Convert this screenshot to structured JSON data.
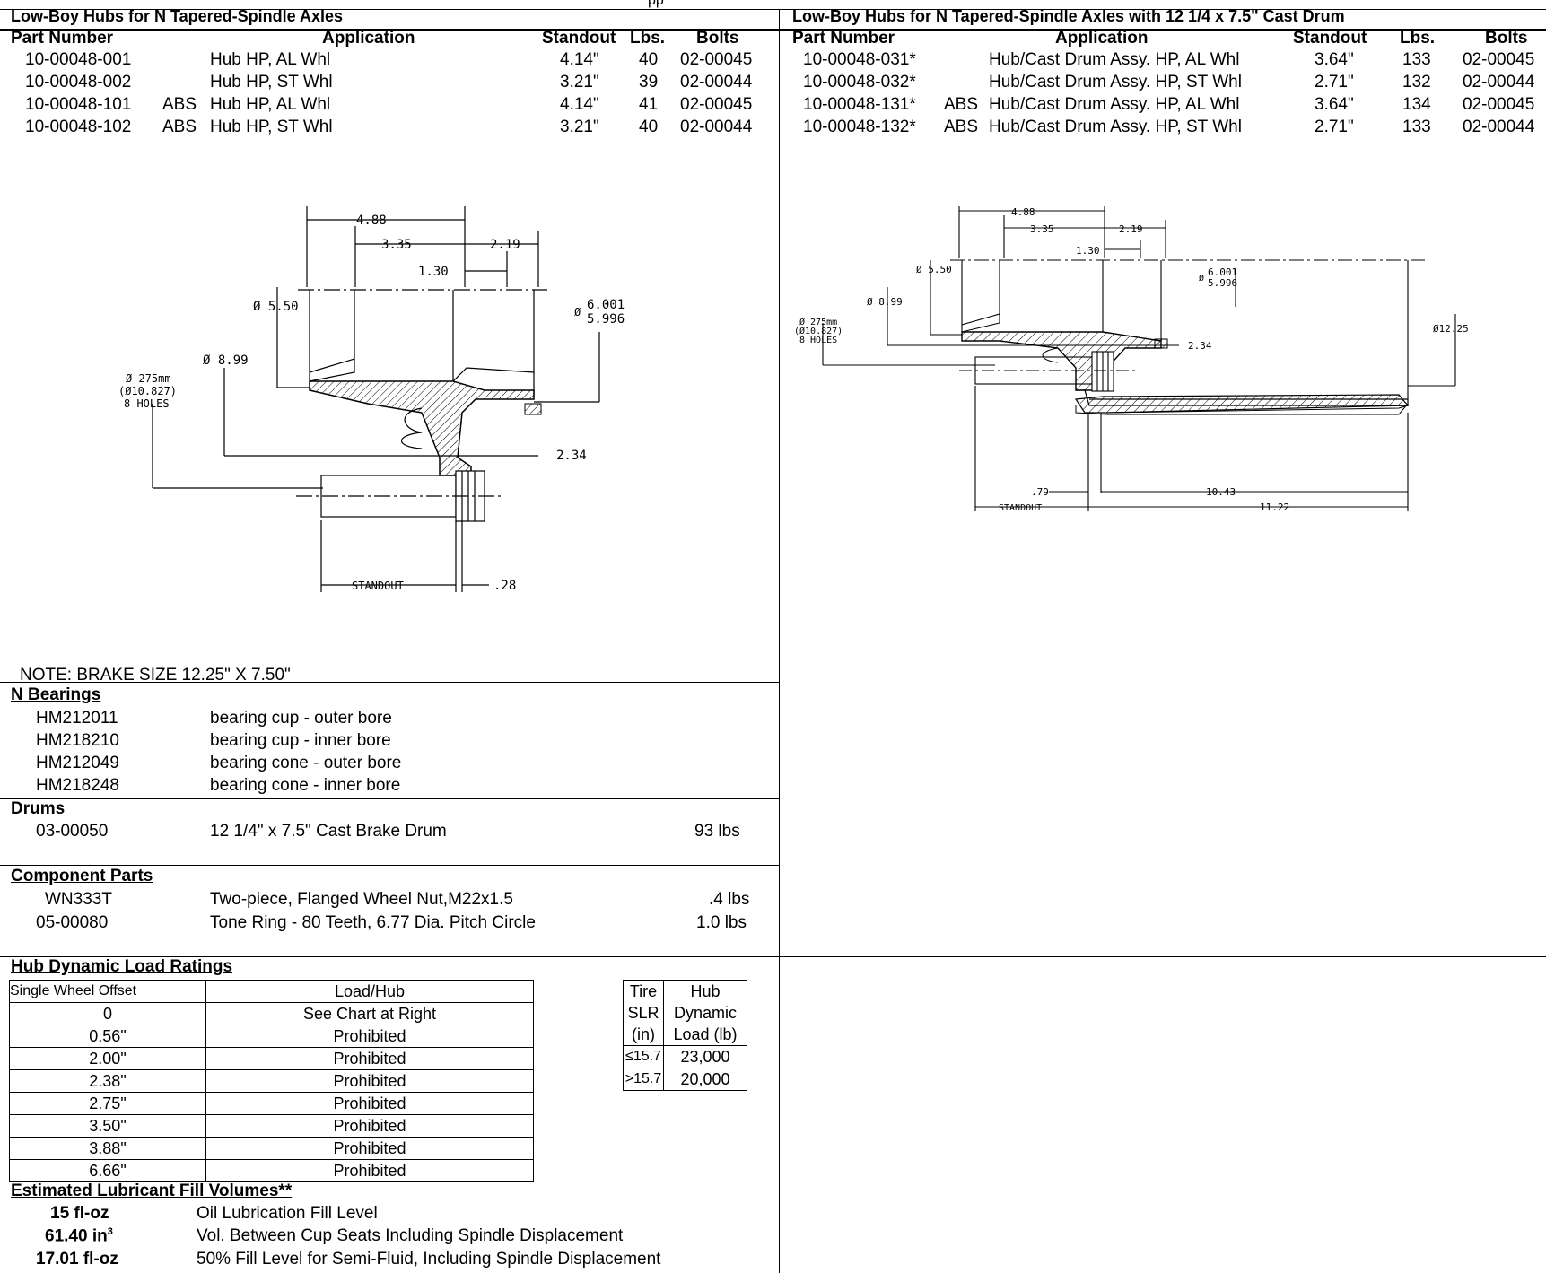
{
  "page_header_fragment": "pp",
  "left_table": {
    "title": "Low-Boy Hubs for N Tapered-Spindle Axles",
    "columns": [
      "Part Number",
      "Application",
      "Standout",
      "Lbs.",
      "Bolts"
    ],
    "rows": [
      {
        "part": "10-00048-001",
        "abs": "",
        "app": "Hub HP, AL Whl",
        "standout": "4.14\"",
        "lbs": "40",
        "bolts": "02-00045"
      },
      {
        "part": "10-00048-002",
        "abs": "",
        "app": "Hub HP, ST Whl",
        "standout": "3.21\"",
        "lbs": "39",
        "bolts": "02-00044"
      },
      {
        "part": "10-00048-101",
        "abs": "ABS",
        "app": "Hub HP, AL Whl",
        "standout": "4.14\"",
        "lbs": "41",
        "bolts": "02-00045"
      },
      {
        "part": "10-00048-102",
        "abs": "ABS",
        "app": "Hub HP, ST Whl",
        "standout": "3.21\"",
        "lbs": "40",
        "bolts": "02-00044"
      }
    ]
  },
  "right_table": {
    "title": "Low-Boy Hubs for N Tapered-Spindle Axles with 12 1/4 x 7.5\" Cast Drum",
    "columns": [
      "Part Number",
      "Application",
      "Standout",
      "Lbs.",
      "Bolts"
    ],
    "rows": [
      {
        "part": "10-00048-031*",
        "abs": "",
        "app": "Hub/Cast Drum Assy. HP, AL Whl",
        "standout": "3.64\"",
        "lbs": "133",
        "bolts": "02-00045"
      },
      {
        "part": "10-00048-032*",
        "abs": "",
        "app": "Hub/Cast Drum Assy. HP, ST Whl",
        "standout": "2.71\"",
        "lbs": "132",
        "bolts": "02-00044"
      },
      {
        "part": "10-00048-131*",
        "abs": "ABS",
        "app": "Hub/Cast Drum Assy. HP, AL Whl",
        "standout": "3.64\"",
        "lbs": "134",
        "bolts": "02-00045"
      },
      {
        "part": "10-00048-132*",
        "abs": "ABS",
        "app": "Hub/Cast Drum Assy. HP, ST Whl",
        "standout": "2.71\"",
        "lbs": "133",
        "bolts": "02-00044"
      }
    ]
  },
  "left_drawing": {
    "dim_488": "4.88",
    "dim_335": "3.35",
    "dim_219": "2.19",
    "dim_130": "1.30",
    "dia_550": "Ø 5.50",
    "dia_6001_prefix": "Ø",
    "dia_6001_top": "6.001",
    "dia_6001_bot": "5.996",
    "dia_899": "Ø 8.99",
    "bolt_circle_1": "Ø 275mm",
    "bolt_circle_2": "(Ø10.827)",
    "bolt_circle_3": "8 HOLES",
    "dim_234": "2.34",
    "standout": "STANDOUT",
    "dim_28": ".28"
  },
  "right_drawing": {
    "dim_488": "4.88",
    "dim_335": "3.35",
    "dim_219": "2.19",
    "dim_130": "1.30",
    "dia_550": "Ø 5.50",
    "dia_6001_prefix": "Ø",
    "dia_6001_top": "6.001",
    "dia_6001_bot": "5.996",
    "dia_899": "Ø 8.99",
    "bolt_circle_1": "Ø 275mm",
    "bolt_circle_2": "(Ø10.827)",
    "bolt_circle_3": "8 HOLES",
    "dia_1225": "Ø12.25",
    "dim_234": "2.34",
    "dim_79": ".79",
    "dim_1043": "10.43",
    "standout": "STANDOUT",
    "dim_1122": "11.22"
  },
  "note": "NOTE: BRAKE SIZE 12.25\" X 7.50\"",
  "bearings": {
    "title": "N Bearings",
    "items": [
      {
        "part": "HM212011",
        "desc": "bearing cup - outer bore"
      },
      {
        "part": "HM218210",
        "desc": "bearing cup - inner bore"
      },
      {
        "part": "HM212049",
        "desc": "bearing cone - outer bore"
      },
      {
        "part": "HM218248",
        "desc": "bearing cone - inner bore"
      }
    ]
  },
  "drums": {
    "title": "Drums",
    "items": [
      {
        "part": "03-00050",
        "desc": "12 1/4\" x 7.5\" Cast Brake Drum",
        "weight": "93 lbs"
      }
    ]
  },
  "components": {
    "title": "Component Parts",
    "items": [
      {
        "part": "WN333T",
        "desc": "Two-piece, Flanged Wheel Nut,M22x1.5",
        "weight": ".4 lbs"
      },
      {
        "part": "05-00080",
        "desc": "Tone Ring - 80 Teeth, 6.77 Dia. Pitch Circle",
        "weight": "1.0 lbs"
      }
    ]
  },
  "load_ratings": {
    "title": "Hub Dynamic Load Ratings",
    "col_offset": "Single Wheel Offset",
    "col_load": "Load/Hub",
    "rows": [
      {
        "offset": "0",
        "load": "See Chart at Right"
      },
      {
        "offset": "0.56\"",
        "load": "Prohibited"
      },
      {
        "offset": "2.00\"",
        "load": "Prohibited"
      },
      {
        "offset": "2.38\"",
        "load": "Prohibited"
      },
      {
        "offset": "2.75\"",
        "load": "Prohibited"
      },
      {
        "offset": "3.50\"",
        "load": "Prohibited"
      },
      {
        "offset": "3.88\"",
        "load": "Prohibited"
      },
      {
        "offset": "6.66\"",
        "load": "Prohibited"
      }
    ],
    "tire_header": [
      [
        "Tire",
        "Hub"
      ],
      [
        "SLR",
        "Dynamic"
      ],
      [
        "(in)",
        "Load (lb)"
      ]
    ],
    "tire_rows": [
      {
        "slr": "≤15.7",
        "load": "23,000"
      },
      {
        "slr": ">15.7",
        "load": "20,000"
      }
    ]
  },
  "lubricant": {
    "title": "Estimated Lubricant Fill Volumes**",
    "items": [
      {
        "value": "15 fl-oz",
        "sup": "",
        "desc": "Oil Lubrication Fill Level"
      },
      {
        "value": "61.40 in",
        "sup": "3",
        "desc": "Vol. Between Cup Seats Including Spindle Displacement"
      },
      {
        "value": "17.01 fl-oz",
        "sup": "",
        "desc": "50% Fill Level for Semi-Fluid, Including Spindle Displacement"
      }
    ]
  }
}
